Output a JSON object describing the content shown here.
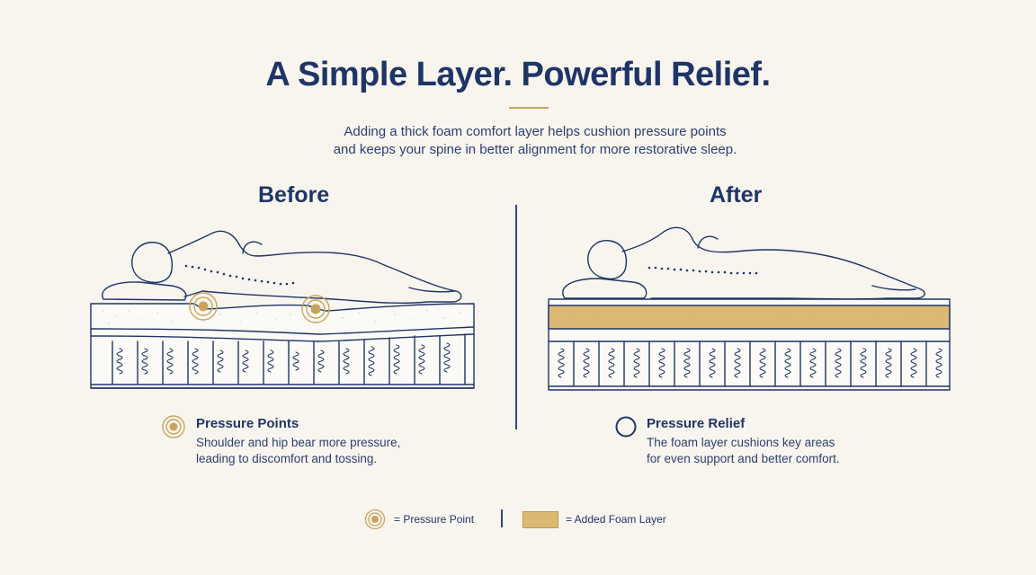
{
  "header": {
    "title": "A Simple Layer. Powerful Relief.",
    "subtitle_lines": [
      "Adding a thick foam comfort layer helps cushion pressure points",
      "and keeps your spine in better alignment for more restorative sleep."
    ]
  },
  "before": {
    "heading": "Before",
    "caption_title": "Pressure Points",
    "caption_lines": [
      "Shoulder and hip bear more pressure,",
      "leading to discomfort and tossing."
    ]
  },
  "after": {
    "heading": "After",
    "caption_title": "Pressure Relief",
    "caption_lines": [
      "The foam layer cushions key areas",
      "for even support and better comfort."
    ]
  },
  "legend": {
    "pressure_point": "= Pressure Point",
    "foam_layer": "= Added Foam Layer"
  },
  "colors": {
    "navy": "#1f3566",
    "gold": "#c9a45c",
    "foam": "#dcb873",
    "background": "#f8f5ef"
  }
}
